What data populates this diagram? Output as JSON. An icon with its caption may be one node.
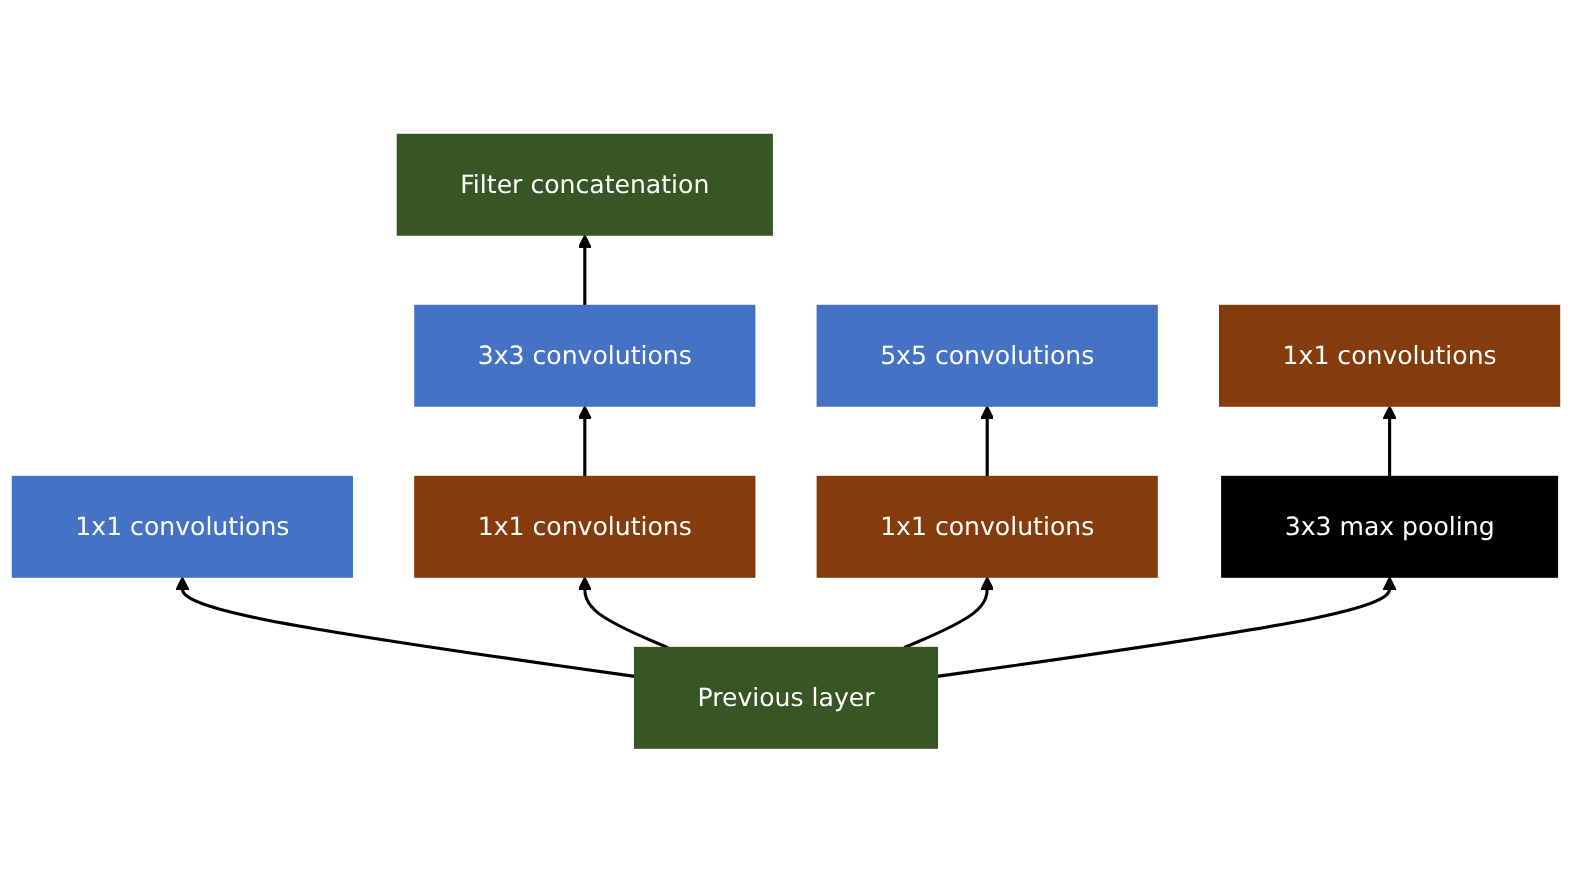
{
  "diagram": {
    "nodes": [
      {
        "text": [
          "Filter concatenation"
        ]
      },
      {
        "text": [
          "3x3 convolutions"
        ]
      },
      {
        "text": [
          "5x5 convolutions"
        ]
      },
      {
        "text": [
          "1x1 convolutions"
        ]
      },
      {
        "text": [
          "1x1 convolutions"
        ]
      },
      {
        "text": [
          "1x1 convolutions"
        ]
      },
      {
        "text": [
          "1x1 convolutions"
        ]
      },
      {
        "text": [
          "3x3 max pooling"
        ]
      },
      {
        "text": [
          "Previous layer"
        ]
      }
    ],
    "edges": [
      {
        "from": 8,
        "to": 4,
        "arrow": "to"
      },
      {
        "from": 8,
        "to": 5,
        "arrow": "to"
      },
      {
        "from": 8,
        "to": 6,
        "arrow": "to"
      },
      {
        "from": 8,
        "to": 7,
        "arrow": "to"
      },
      {
        "from": 5,
        "to": 1,
        "arrow": "to"
      },
      {
        "from": 6,
        "to": 2,
        "arrow": "to"
      },
      {
        "from": 7,
        "to": 3,
        "arrow": "to"
      },
      {
        "from": 1,
        "to": 0,
        "arrow": "to"
      }
    ]
  }
}
